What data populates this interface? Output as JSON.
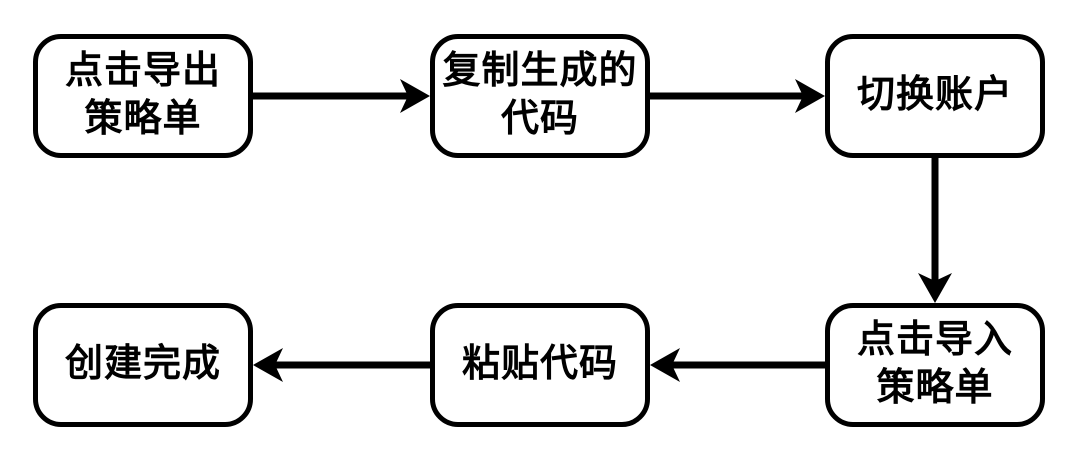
{
  "diagram": {
    "background": "#ffffff",
    "node_fill": "#ffffff",
    "node_border_color": "#000000",
    "arrow_color": "#000000",
    "nodes": [
      {
        "id": "click-export-strategy",
        "label": "点击导出\n策略单"
      },
      {
        "id": "copy-generated-code",
        "label": "复制生成的\n代码"
      },
      {
        "id": "switch-account",
        "label": "切换账户"
      },
      {
        "id": "click-import-strategy",
        "label": "点击导入\n策略单"
      },
      {
        "id": "paste-code",
        "label": "粘贴代码"
      },
      {
        "id": "creation-complete",
        "label": "创建完成"
      }
    ],
    "edges": [
      {
        "from": "click-export-strategy",
        "to": "copy-generated-code",
        "direction": "right"
      },
      {
        "from": "copy-generated-code",
        "to": "switch-account",
        "direction": "right"
      },
      {
        "from": "switch-account",
        "to": "click-import-strategy",
        "direction": "down"
      },
      {
        "from": "click-import-strategy",
        "to": "paste-code",
        "direction": "left"
      },
      {
        "from": "paste-code",
        "to": "creation-complete",
        "direction": "left"
      }
    ]
  }
}
